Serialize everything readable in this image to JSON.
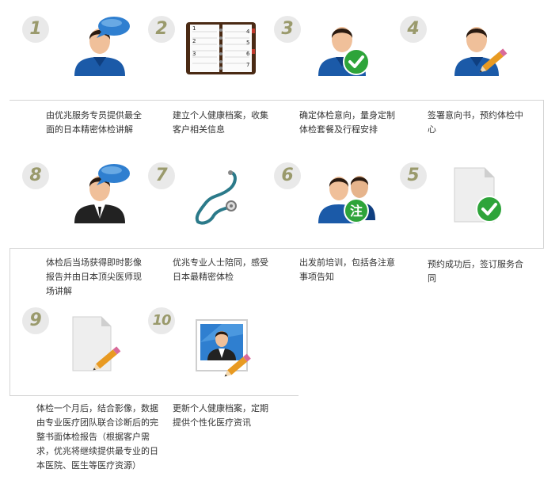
{
  "steps": [
    {
      "num": "1",
      "desc": "由优兆服务专员提供最全面的日本精密体检讲解",
      "icon": "consultant-speech-icon"
    },
    {
      "num": "2",
      "desc": "建立个人健康档案，收集客户相关信息",
      "icon": "planner-book-icon"
    },
    {
      "num": "3",
      "desc": "确定体检意向，量身定制体检套餐及行程安排",
      "icon": "user-check-icon"
    },
    {
      "num": "4",
      "desc": "签署意向书，预约体检中心",
      "icon": "user-pencil-icon"
    },
    {
      "num": "5",
      "desc": "预约成功后，签订服务合同",
      "icon": "document-check-icon"
    },
    {
      "num": "6",
      "desc": "出发前培训，包括各注意事项告知",
      "icon": "group-notice-icon"
    },
    {
      "num": "7",
      "desc": "优兆专业人士陪同，感受日本最精密体检",
      "icon": "stethoscope-icon"
    },
    {
      "num": "8",
      "desc": "体检后当场获得即时影像报告并由日本顶尖医师现场讲解",
      "icon": "doctor-speech-icon"
    },
    {
      "num": "9",
      "desc": "体检一个月后，结合影像，数据由专业医疗团队联合诊断后的完整书面体检报告（根据客户需求，优兆将继续提供最专业的日本医院、医生等医疗资源）",
      "icon": "document-pencil-icon"
    },
    {
      "num": "10",
      "desc": "更新个人健康档案，定期提供个性化医疗资讯",
      "icon": "profile-photo-pencil-icon"
    }
  ],
  "badge_char": "注",
  "book_numbers": [
    "1",
    "2",
    "3",
    "4",
    "5",
    "6",
    "7"
  ],
  "colors": {
    "shirt": "#1b5aa8",
    "skin": "#f0c09a",
    "hair": "#2a1a10",
    "check": "#2ea43a",
    "bubble": "#2f7fd0",
    "badge_number": "#9a9a6c",
    "line": "#d4d4d4"
  }
}
